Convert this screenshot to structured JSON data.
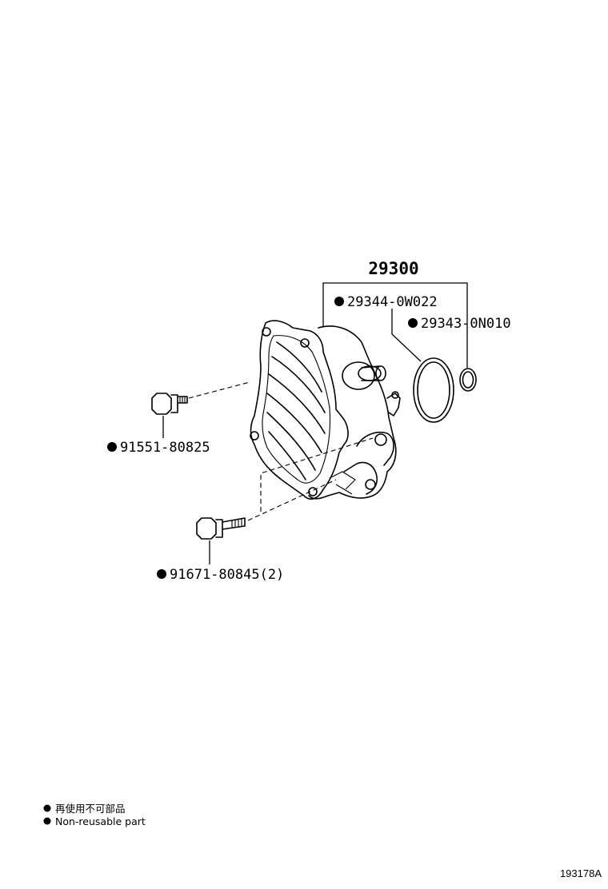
{
  "diagram": {
    "assembly_number": "29300",
    "parts": [
      {
        "number": "29344-0W022",
        "non_reusable": true
      },
      {
        "number": "29343-0N010",
        "non_reusable": true
      },
      {
        "number": "91551-80825",
        "non_reusable": true
      },
      {
        "number": "91671-80845(2)",
        "non_reusable": true
      }
    ],
    "legend": {
      "japanese": "再使用不可部品",
      "english": "Non-reusable part"
    },
    "illustration_code": "193178A"
  }
}
